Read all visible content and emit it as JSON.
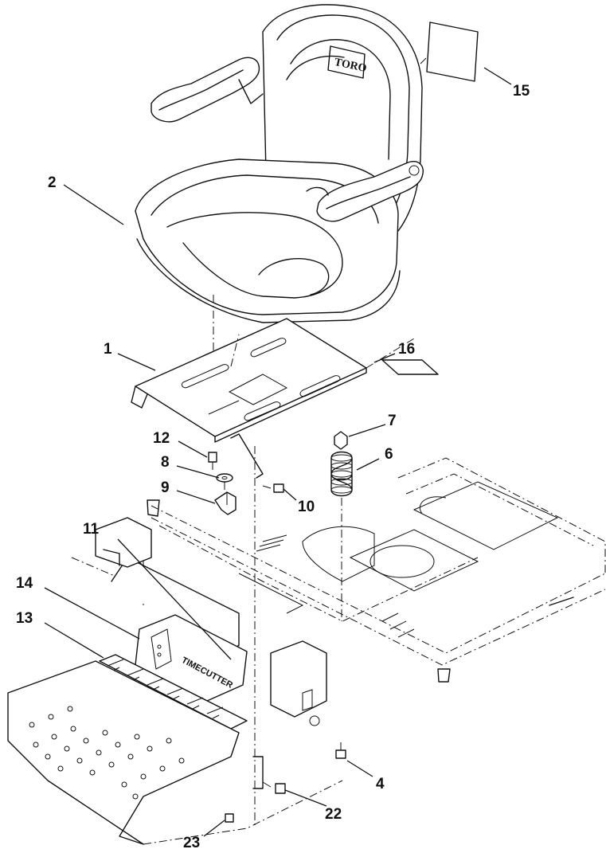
{
  "diagram": {
    "callouts": [
      {
        "id": "c1",
        "label": "1"
      },
      {
        "id": "c2",
        "label": "2"
      },
      {
        "id": "c4",
        "label": "4"
      },
      {
        "id": "c6",
        "label": "6"
      },
      {
        "id": "c7",
        "label": "7"
      },
      {
        "id": "c8",
        "label": "8"
      },
      {
        "id": "c9",
        "label": "9"
      },
      {
        "id": "c10",
        "label": "10"
      },
      {
        "id": "c11",
        "label": "11"
      },
      {
        "id": "c12",
        "label": "12"
      },
      {
        "id": "c13",
        "label": "13"
      },
      {
        "id": "c14",
        "label": "14"
      },
      {
        "id": "c15",
        "label": "15"
      },
      {
        "id": "c16",
        "label": "16"
      },
      {
        "id": "c22",
        "label": "22"
      },
      {
        "id": "c23",
        "label": "23"
      }
    ],
    "seat_logo": "TORO",
    "console_brand": "TIMECUTTER"
  }
}
